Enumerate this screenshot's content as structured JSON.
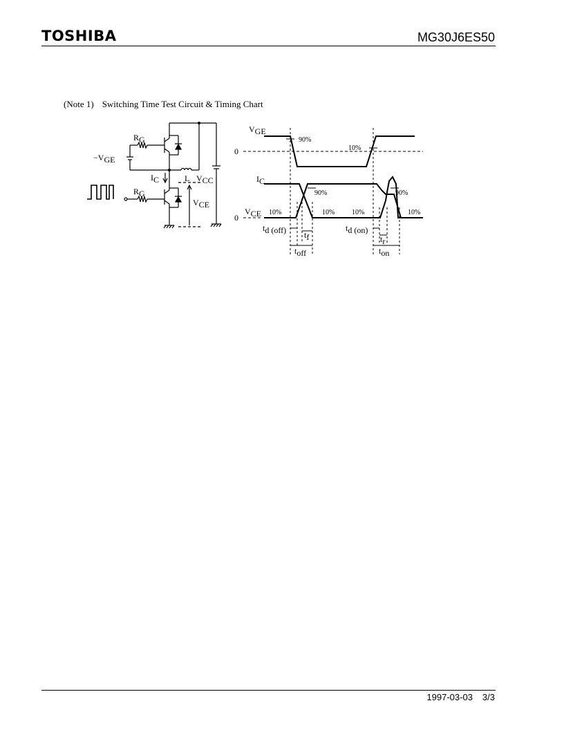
{
  "header": {
    "brand": "TOSHIBA",
    "model": "MG30J6ES50"
  },
  "note": {
    "prefix": "(Note 1)",
    "title": "Switching Time Test Circuit & Timing Chart"
  },
  "circuit": {
    "rg_top": "R",
    "rg_top_sub": "G",
    "vge_neg": "−V",
    "vge_neg_sub": "GE",
    "ic": "I",
    "ic_sub": "C",
    "l": "L",
    "vcc": "V",
    "vcc_sub": "CC",
    "rg_bot": "R",
    "rg_bot_sub": "G",
    "vce": "V",
    "vce_sub": "CE"
  },
  "timing": {
    "vge": "V",
    "vge_sub": "GE",
    "zero1": "0",
    "p90_a": "90%",
    "p10_a": "10%",
    "ic": "I",
    "ic_sub": "C",
    "p90_b": "90%",
    "p90_c": "90%",
    "vce": "V",
    "vce_sub": "CE",
    "zero2": "0",
    "p10_b": "10%",
    "p10_c": "10%",
    "p10_d": "10%",
    "p10_e": "10%",
    "td_off": "t",
    "td_off_sub": "d (off)",
    "tf": "t",
    "tf_sub": "f",
    "toff": "t",
    "toff_sub": "off",
    "td_on": "t",
    "td_on_sub": "d (on)",
    "tr": "t",
    "tr_sub": "r",
    "ton": "t",
    "ton_sub": "on"
  },
  "footer": {
    "date": "1997-03-03",
    "page": "3/3"
  }
}
